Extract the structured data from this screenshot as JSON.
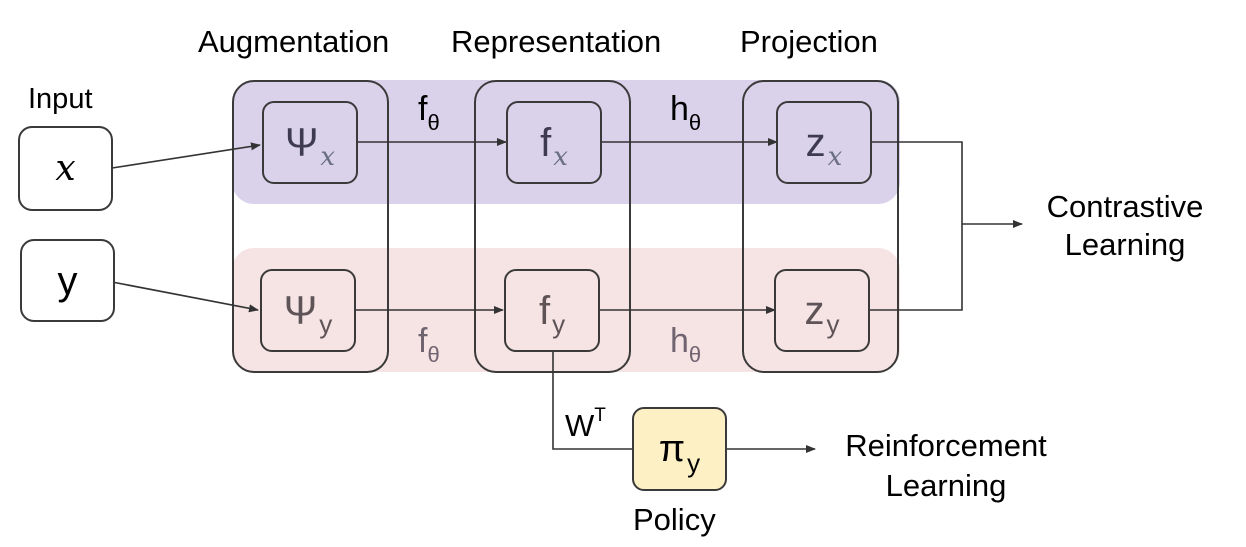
{
  "headers": {
    "augmentation": "Augmentation",
    "representation": "Representation",
    "projection": "Projection",
    "input": "Input",
    "policy": "Policy"
  },
  "inputs": {
    "x": "x",
    "y": "y"
  },
  "top_row": {
    "psi": {
      "symbol": "Ψ",
      "sub": "x"
    },
    "f": {
      "symbol": "f",
      "sub": "x"
    },
    "z": {
      "symbol": "z",
      "sub": "x"
    },
    "edge_f": {
      "symbol": "f",
      "sub": "θ"
    },
    "edge_h": {
      "symbol": "h",
      "sub": "θ"
    }
  },
  "bottom_row": {
    "psi": {
      "symbol": "Ψ",
      "sub": "y"
    },
    "f": {
      "symbol": "f",
      "sub": "y"
    },
    "z": {
      "symbol": "z",
      "sub": "y"
    },
    "edge_f": {
      "symbol": "f",
      "sub": "θ"
    },
    "edge_h": {
      "symbol": "h",
      "sub": "θ"
    }
  },
  "policy_node": {
    "symbol": "π",
    "sub": "y"
  },
  "weight_label": {
    "symbol": "W",
    "sup": "T"
  },
  "outputs": {
    "contrastive": [
      "Contrastive",
      "Learning"
    ],
    "reinforcement": [
      "Reinforcement",
      "Learning"
    ]
  },
  "colors": {
    "top_band": "#d9d2ea",
    "bottom_band": "#f6e3e3",
    "policy_fill": "#fdf0c4",
    "stroke": "#3a3a3a"
  }
}
